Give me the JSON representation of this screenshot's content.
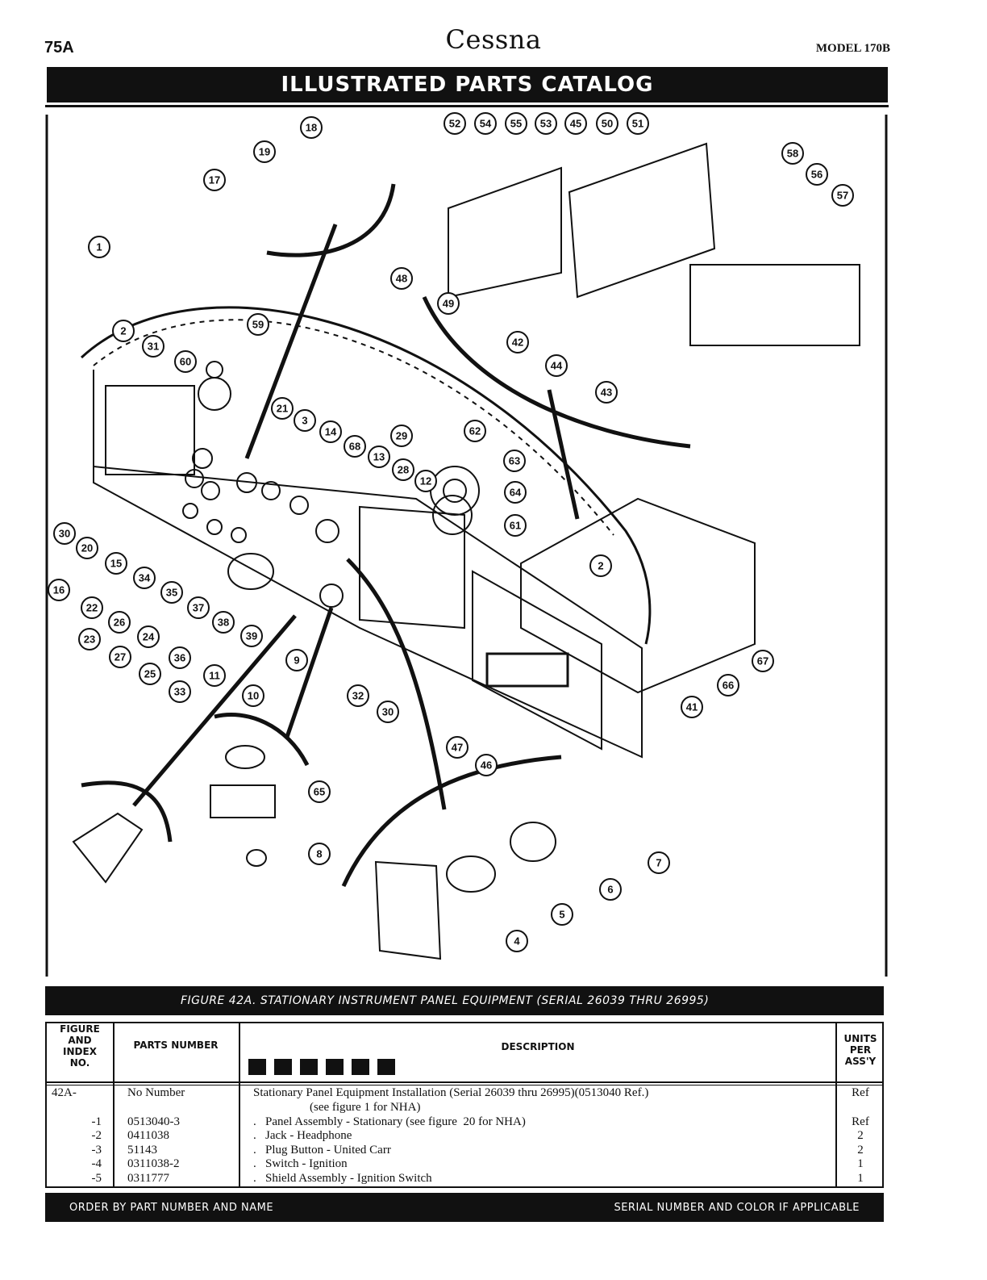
{
  "header": {
    "page_number": "75A",
    "brand": "Cessna",
    "model": "MODEL 170B",
    "title": "ILLUSTRATED PARTS CATALOG"
  },
  "figure": {
    "callouts": [
      "1",
      "2",
      "3",
      "4",
      "5",
      "6",
      "7",
      "8",
      "9",
      "10",
      "11",
      "12",
      "13",
      "14",
      "15",
      "16",
      "17",
      "18",
      "19",
      "20",
      "21",
      "22",
      "23",
      "24",
      "25",
      "26",
      "27",
      "28",
      "29",
      "30",
      "31",
      "32",
      "33",
      "34",
      "35",
      "36",
      "37",
      "38",
      "39",
      "41",
      "42",
      "43",
      "44",
      "45",
      "46",
      "47",
      "48",
      "49",
      "50",
      "51",
      "52",
      "53",
      "54",
      "55",
      "56",
      "57",
      "58",
      "59",
      "60",
      "61",
      "62",
      "63",
      "64",
      "65",
      "66",
      "67",
      "68"
    ],
    "caption": "FIGURE 42A.   STATIONARY INSTRUMENT PANEL EQUIPMENT  (SERIAL 26039 THRU 26995)"
  },
  "table": {
    "headers": {
      "index": [
        "FIGURE",
        "AND",
        "INDEX",
        "NO."
      ],
      "part": "PARTS NUMBER",
      "description": "DESCRIPTION",
      "units": [
        "UNITS",
        "PER",
        "ASS'Y"
      ]
    },
    "rows": [
      {
        "index": "42A-",
        "part": "No Number",
        "description": "Stationary Panel Equipment Installation (Serial 26039 thru 26995)(0513040 Ref.)",
        "units": "Ref"
      },
      {
        "index": "",
        "part": "",
        "description": "(see figure 1 for NHA)",
        "units": ""
      },
      {
        "index": "-1",
        "part": "0513040-3",
        "description": ".   Panel Assembly - Stationary (see figure  20 for NHA)",
        "units": "Ref"
      },
      {
        "index": "-2",
        "part": "0411038",
        "description": ".   Jack - Headphone",
        "units": "2"
      },
      {
        "index": "-3",
        "part": "51143",
        "description": ".   Plug Button - United Carr",
        "units": "2"
      },
      {
        "index": "-4",
        "part": "0311038-2",
        "description": ".   Switch - Ignition",
        "units": "1"
      },
      {
        "index": "-5",
        "part": "0311777",
        "description": ".   Shield Assembly - Ignition Switch",
        "units": "1"
      }
    ]
  },
  "footer": {
    "left": "ORDER BY PART NUMBER AND NAME",
    "right": "SERIAL NUMBER AND COLOR IF APPLICABLE"
  }
}
